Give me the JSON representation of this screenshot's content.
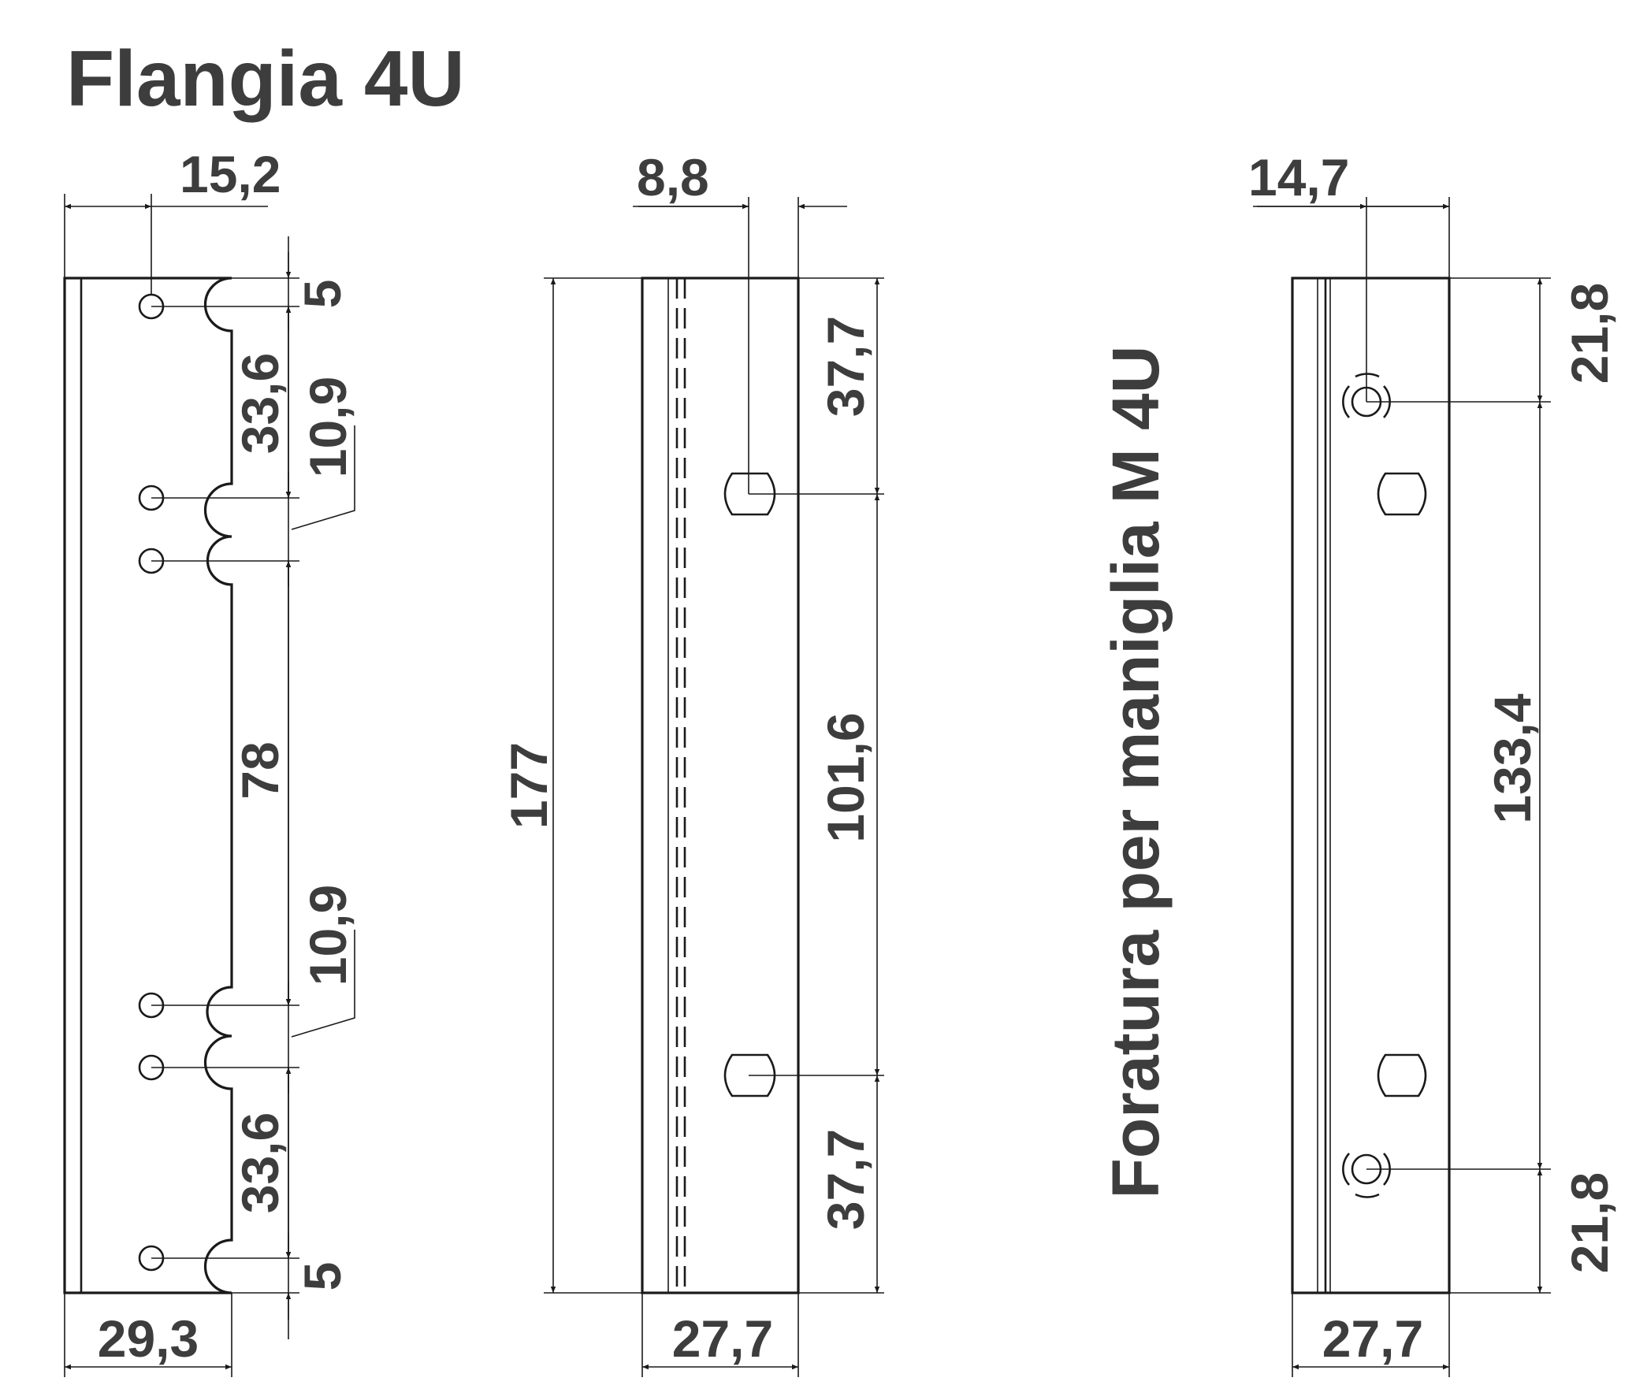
{
  "title": "Flangia 4U",
  "side_label": "Foratura per maniglia M 4U",
  "view1": {
    "top_width": "15,2",
    "bottom_width": "29,3",
    "d_top": "5",
    "d_33_top": "33,6",
    "d_10_top": "10,9",
    "d_78": "78",
    "d_10_bot": "10,9",
    "d_33_bot": "33,6",
    "d_bottom": "5"
  },
  "view2": {
    "top_offset": "8,8",
    "height": "177",
    "d_top": "37,7",
    "d_mid": "101,6",
    "d_bot": "37,7",
    "width": "27,7"
  },
  "view3": {
    "top_offset": "14,7",
    "d_top": "21,8",
    "d_mid": "133,4",
    "d_bot": "21,8",
    "width": "27,7"
  }
}
